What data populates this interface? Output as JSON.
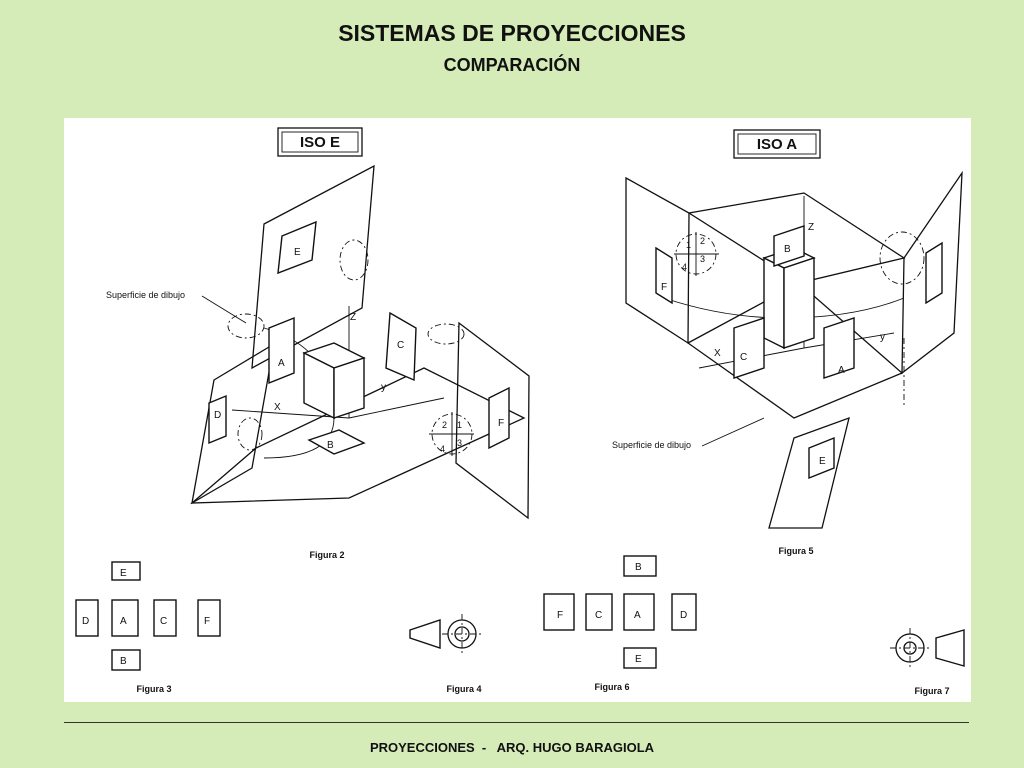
{
  "slide": {
    "title": "SISTEMAS DE PROYECCIONES",
    "subtitle": "COMPARACIÓN",
    "footer": "PROYECCIONES  -   ARQ. HUGO BARAGIOLA"
  },
  "diagram": {
    "iso_e": {
      "label": "ISO  E",
      "surface_label": "Superficie de dibujo",
      "figure_label": "Figura 2",
      "axes": {
        "x": "X",
        "y": "y",
        "z": "Z"
      },
      "views": {
        "a": "A",
        "b": "B",
        "c": "C",
        "d": "D",
        "e": "E",
        "f": "F"
      },
      "quadrants": [
        "1",
        "2",
        "3",
        "4"
      ]
    },
    "iso_a": {
      "label": "ISO  A",
      "surface_label": "Superficie de dibujo",
      "figure_label": "Figura 5",
      "axes": {
        "x": "X",
        "y": "y",
        "z": "Z"
      },
      "views": {
        "a": "A",
        "b": "B",
        "c": "C",
        "e": "E",
        "f": "F"
      },
      "quadrants": [
        "1",
        "2",
        "3",
        "4"
      ]
    },
    "figura3": {
      "label": "Figura 3",
      "views": {
        "e": "E",
        "d": "D",
        "a": "A",
        "c": "C",
        "f": "F",
        "b": "B"
      }
    },
    "figura4": {
      "label": "Figura 4"
    },
    "figura6": {
      "label": "Figura 6",
      "views": {
        "b": "B",
        "f": "F",
        "c": "C",
        "a": "A",
        "d": "D",
        "e": "E"
      }
    },
    "figura7": {
      "label": "Figura 7"
    }
  }
}
